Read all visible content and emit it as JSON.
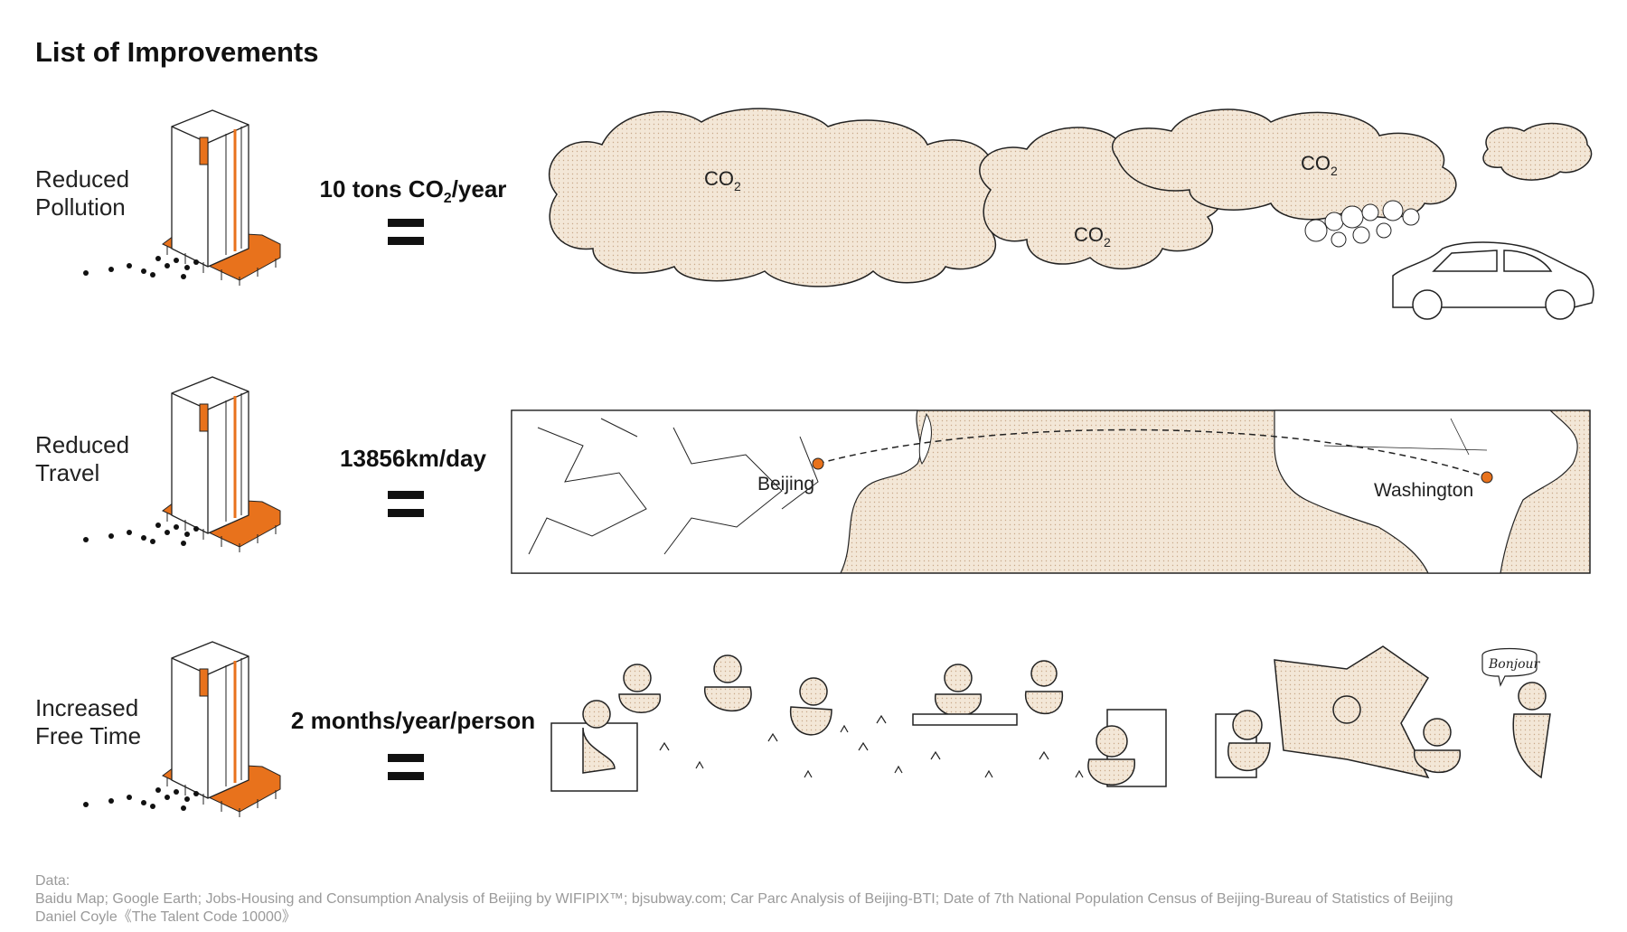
{
  "title": "List of Improvements",
  "rows": [
    {
      "label": "Reduced\nPollution",
      "metric_pre": "10 tons CO",
      "metric_sub": "2",
      "metric_post": "/year",
      "illustration": "co2-clouds-and-car",
      "cloud_labels": [
        "CO",
        "CO",
        "CO"
      ],
      "cloud_sub": "2"
    },
    {
      "label": "Reduced\nTravel",
      "metric": "13856km/day",
      "illustration": "world-map-route",
      "map_from": "Beijing",
      "map_to": "Washington"
    },
    {
      "label": "Increased\nFree Time",
      "metric": "2 months/year/person",
      "illustration": "leisure-activities",
      "speech_bubble": "Bonjour"
    }
  ],
  "footer": {
    "heading": "Data:",
    "sources": "Baidu Map; Google Earth; Jobs-Housing and Consumption Analysis of Beijing by WIFIPIX™; bjsubway.com; Car Parc Analysis of Beijing-BTI; Date of 7th National Population Census of Beijing-Bureau of Statistics of Beijing",
    "reference": "Daniel Coyle《The Talent Code 10000》"
  },
  "colors": {
    "accent": "#e8721c",
    "fill_pattern": "#f2e6d6",
    "ink": "#111111",
    "footer_text": "#9a9a9a"
  }
}
